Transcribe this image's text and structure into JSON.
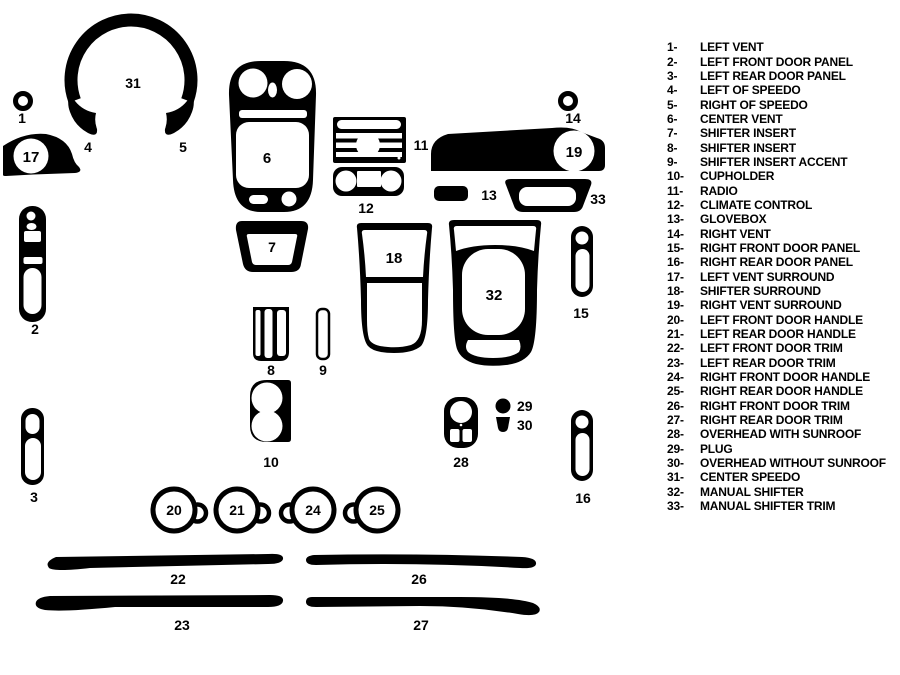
{
  "colors": {
    "ink": "#000000",
    "background": "#ffffff"
  },
  "diagram": {
    "parts": {
      "p1": "1",
      "p2": "2",
      "p3": "3",
      "p4": "4",
      "p5": "5",
      "p6": "6",
      "p7": "7",
      "p8": "8",
      "p9": "9",
      "p10": "10",
      "p11": "11",
      "p12": "12",
      "p13": "13",
      "p14": "14",
      "p15": "15",
      "p16": "16",
      "p17": "17",
      "p18": "18",
      "p19": "19",
      "p20": "20",
      "p21": "21",
      "p22": "22",
      "p23": "23",
      "p24": "24",
      "p25": "25",
      "p26": "26",
      "p27": "27",
      "p28": "28",
      "p29": "29",
      "p30": "30",
      "p31": "31",
      "p32": "32",
      "p33": "33"
    }
  },
  "legend": {
    "items": [
      {
        "num": "1-",
        "label": "LEFT VENT"
      },
      {
        "num": "2-",
        "label": "LEFT FRONT DOOR PANEL"
      },
      {
        "num": "3-",
        "label": "LEFT REAR DOOR PANEL"
      },
      {
        "num": "4-",
        "label": "LEFT OF SPEEDO"
      },
      {
        "num": "5-",
        "label": "RIGHT OF SPEEDO"
      },
      {
        "num": "6-",
        "label": "CENTER VENT"
      },
      {
        "num": "7-",
        "label": "SHIFTER INSERT"
      },
      {
        "num": "8-",
        "label": "SHIFTER INSERT"
      },
      {
        "num": "9-",
        "label": "SHIFTER INSERT ACCENT"
      },
      {
        "num": "10-",
        "label": "CUPHOLDER"
      },
      {
        "num": "11-",
        "label": "RADIO"
      },
      {
        "num": "12-",
        "label": "CLIMATE CONTROL"
      },
      {
        "num": "13-",
        "label": "GLOVEBOX"
      },
      {
        "num": "14-",
        "label": "RIGHT VENT"
      },
      {
        "num": "15-",
        "label": "RIGHT FRONT DOOR PANEL"
      },
      {
        "num": "16-",
        "label": "RIGHT REAR DOOR PANEL"
      },
      {
        "num": "17-",
        "label": "LEFT VENT SURROUND"
      },
      {
        "num": "18-",
        "label": "SHIFTER SURROUND"
      },
      {
        "num": "19-",
        "label": "RIGHT VENT SURROUND"
      },
      {
        "num": "20-",
        "label": "LEFT FRONT DOOR HANDLE"
      },
      {
        "num": "21-",
        "label": "LEFT REAR DOOR HANDLE"
      },
      {
        "num": "22-",
        "label": "LEFT FRONT DOOR TRIM"
      },
      {
        "num": "23-",
        "label": "LEFT REAR DOOR TRIM"
      },
      {
        "num": "24-",
        "label": "RIGHT FRONT DOOR HANDLE"
      },
      {
        "num": "25-",
        "label": "RIGHT REAR DOOR HANDLE"
      },
      {
        "num": "26-",
        "label": "RIGHT FRONT DOOR TRIM"
      },
      {
        "num": "27-",
        "label": "RIGHT REAR DOOR TRIM"
      },
      {
        "num": "28-",
        "label": "OVERHEAD WITH SUNROOF"
      },
      {
        "num": "29-",
        "label": "PLUG"
      },
      {
        "num": "30-",
        "label": "OVERHEAD WITHOUT SUNROOF"
      },
      {
        "num": "31-",
        "label": "CENTER SPEEDO"
      },
      {
        "num": "32-",
        "label": "MANUAL SHIFTER"
      },
      {
        "num": "33-",
        "label": "MANUAL SHIFTER TRIM"
      }
    ]
  }
}
